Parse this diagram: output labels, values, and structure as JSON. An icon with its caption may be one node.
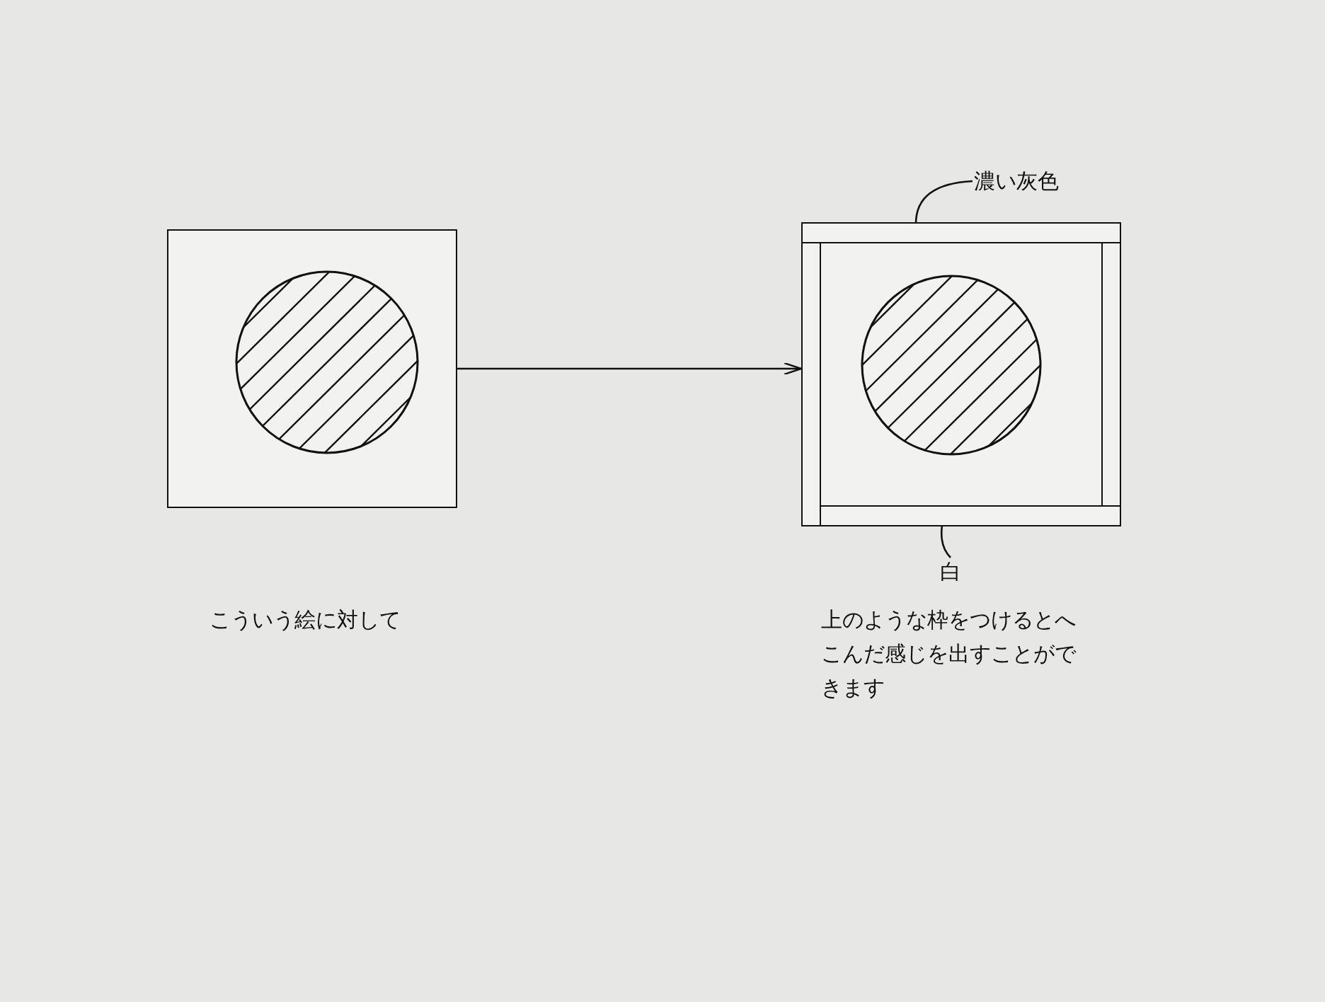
{
  "diagram": {
    "nodes": [
      {
        "text": [],
        "shape": "box"
      },
      {
        "text": [],
        "shape": "box"
      },
      {
        "text": [
          "濃い灰色"
        ]
      },
      {
        "text": [],
        "shape": "bar",
        "in": 1
      },
      {
        "text": [
          "白"
        ]
      },
      {
        "text": [],
        "shape": "bar",
        "in": 1
      }
    ],
    "edges": [
      {
        "from": 0,
        "to": 1,
        "arrow": "to"
      },
      {
        "from": 2,
        "to": 3,
        "arrow": "none"
      },
      {
        "from": 4,
        "to": 5,
        "arrow": "none"
      }
    ],
    "labels": [
      "こういう絵に対して",
      "上のような枠をつけるとへこんだ感じを出すことができます"
    ]
  }
}
